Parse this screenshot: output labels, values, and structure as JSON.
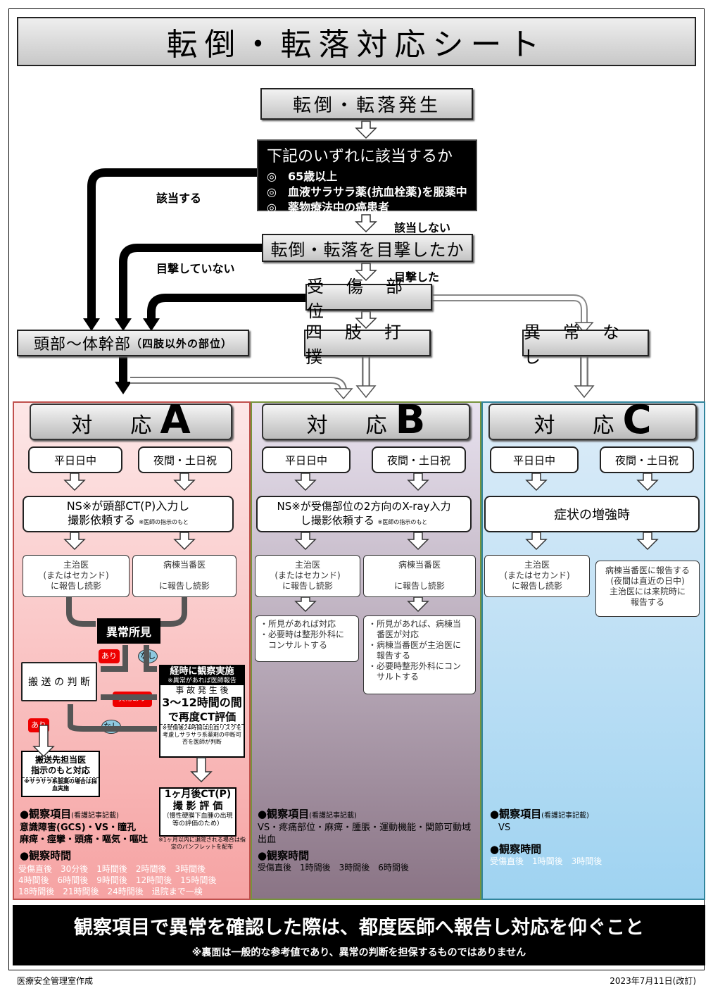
{
  "title": "転倒・転落対応シート",
  "flow": {
    "start": "転倒・転落発生",
    "check_title": "下記のいずれに該当するか",
    "check_items": [
      "◎　65歳以上",
      "◎　血液サラサラ薬(抗血栓薬)を服薬中",
      "◎　薬物療法中の癌患者"
    ],
    "yes": "該当する",
    "no": "該当しない",
    "witness": "転倒・転落を目撃したか",
    "not_witnessed": "目撃していない",
    "witnessed": "目撃した",
    "injury_site": "受　傷　部　位",
    "head_trunk": "頭部〜体幹部",
    "head_trunk_note": "（四肢以外の部位）",
    "limbs": "四　肢　打　撲",
    "none": "異　常　な　し"
  },
  "colA": {
    "head_prefix": "対　応",
    "head_letter": "A",
    "day": "平日日中",
    "night": "夜間・土日祝",
    "ct_line1": "NS※が頭部CT(P)入力し",
    "ct_line2": "撮影依頼する",
    "ct_note": "※医師の指示のもと",
    "attending": "主治医\n(またはセカンド)\nに報告し読影",
    "duty": "病棟当番医\n\nに報告し読影",
    "abnormal": "異常所見",
    "yes": "あり",
    "no": "なし",
    "abn_yes": "異常あり",
    "transport": "搬 送 の 判 断",
    "observe_title": "経時に観察実施",
    "observe_sub": "※異常があれば医師報告",
    "re_ct_1": "事 故 発 生 後",
    "re_ct_2": "3〜12時間の間",
    "re_ct_3": "で再度CT評価",
    "re_ct_note": "※受傷後24時間は出血リスクを考慮しサラサラ系薬剤の中断可否を医師が判断",
    "transport_doc": "搬送先担当医\n指示のもと対応",
    "transport_note": "※サラサラ系服薬の場合は採血実施",
    "month_1": "1ヶ月後CT(P)",
    "month_2": "撮 影 評 価",
    "month_3": "（慢性硬膜下血腫の出現等の評価のため）",
    "month_note": "※1ヶ月以内に退院される場合は指定のパンフレットを配布",
    "obs_title": "●観察項目",
    "obs_title_note": "(看護記事記載)",
    "obs_items": "意識障害(GCS)・VS・瞳孔\n麻痺・痙攣・頭痛・嘔気・嘔吐",
    "time_title": "●観察時間",
    "times": "受傷直後　30分後　1時間後　2時間後　3時間後\n4時間後　6時間後　9時間後　12時間後　15時間後\n18時間後　21時間後　24時間後　退院まで一検"
  },
  "colB": {
    "head_prefix": "対　応",
    "head_letter": "B",
    "day": "平日日中",
    "night": "夜間・土日祝",
    "xray_line1": "NS※が受傷部位の2方向のX-ray入力",
    "xray_line2": "し撮影依頼する",
    "xray_note": "※医師の指示のもと",
    "attending": "主治医\n(またはセカンド)\nに報告し読影",
    "duty": "病棟当番医\n\nに報告し読影",
    "left_note": "・所見があれば対応\n・必要時は整形外科に\n　コンサルトする",
    "right_note": "・所見があれば、病棟当\n　番医が対応\n・病棟当番医が主治医に\n　報告する\n・必要時整形外科にコン\n　サルトする",
    "obs_title": "●観察項目",
    "obs_title_note": "(看護記事記載)",
    "obs_items": "VS・疼痛部位・麻痺・腫脹・運動機能・関節可動域\n出血",
    "time_title": "●観察時間",
    "times": "受傷直後　1時間後　3時間後　6時間後"
  },
  "colC": {
    "head_prefix": "対　応",
    "head_letter": "C",
    "day": "平日日中",
    "night": "夜間・土日祝",
    "symptom": "症状の増強時",
    "attending": "主治医\n(またはセカンド)\nに報告し読影",
    "duty": "病棟当番医に報告する\n(夜間は直近の日中)\n主治医には来院時に\n報告する",
    "obs_title": "●観察項目",
    "obs_title_note": "(看護記事記載)",
    "obs_items": "VS",
    "time_title": "●観察時間",
    "times": "受傷直後　1時間後　3時間後"
  },
  "footer": {
    "main": "観察項目で異常を確認した際は、都度医師へ報告し対応を仰ぐこと",
    "sub": "※裏面は一般的な参考値であり、異常の判断を担保するものではありません",
    "author": "医療安全管理室作成",
    "date": "2023年7月11日(改訂)"
  }
}
